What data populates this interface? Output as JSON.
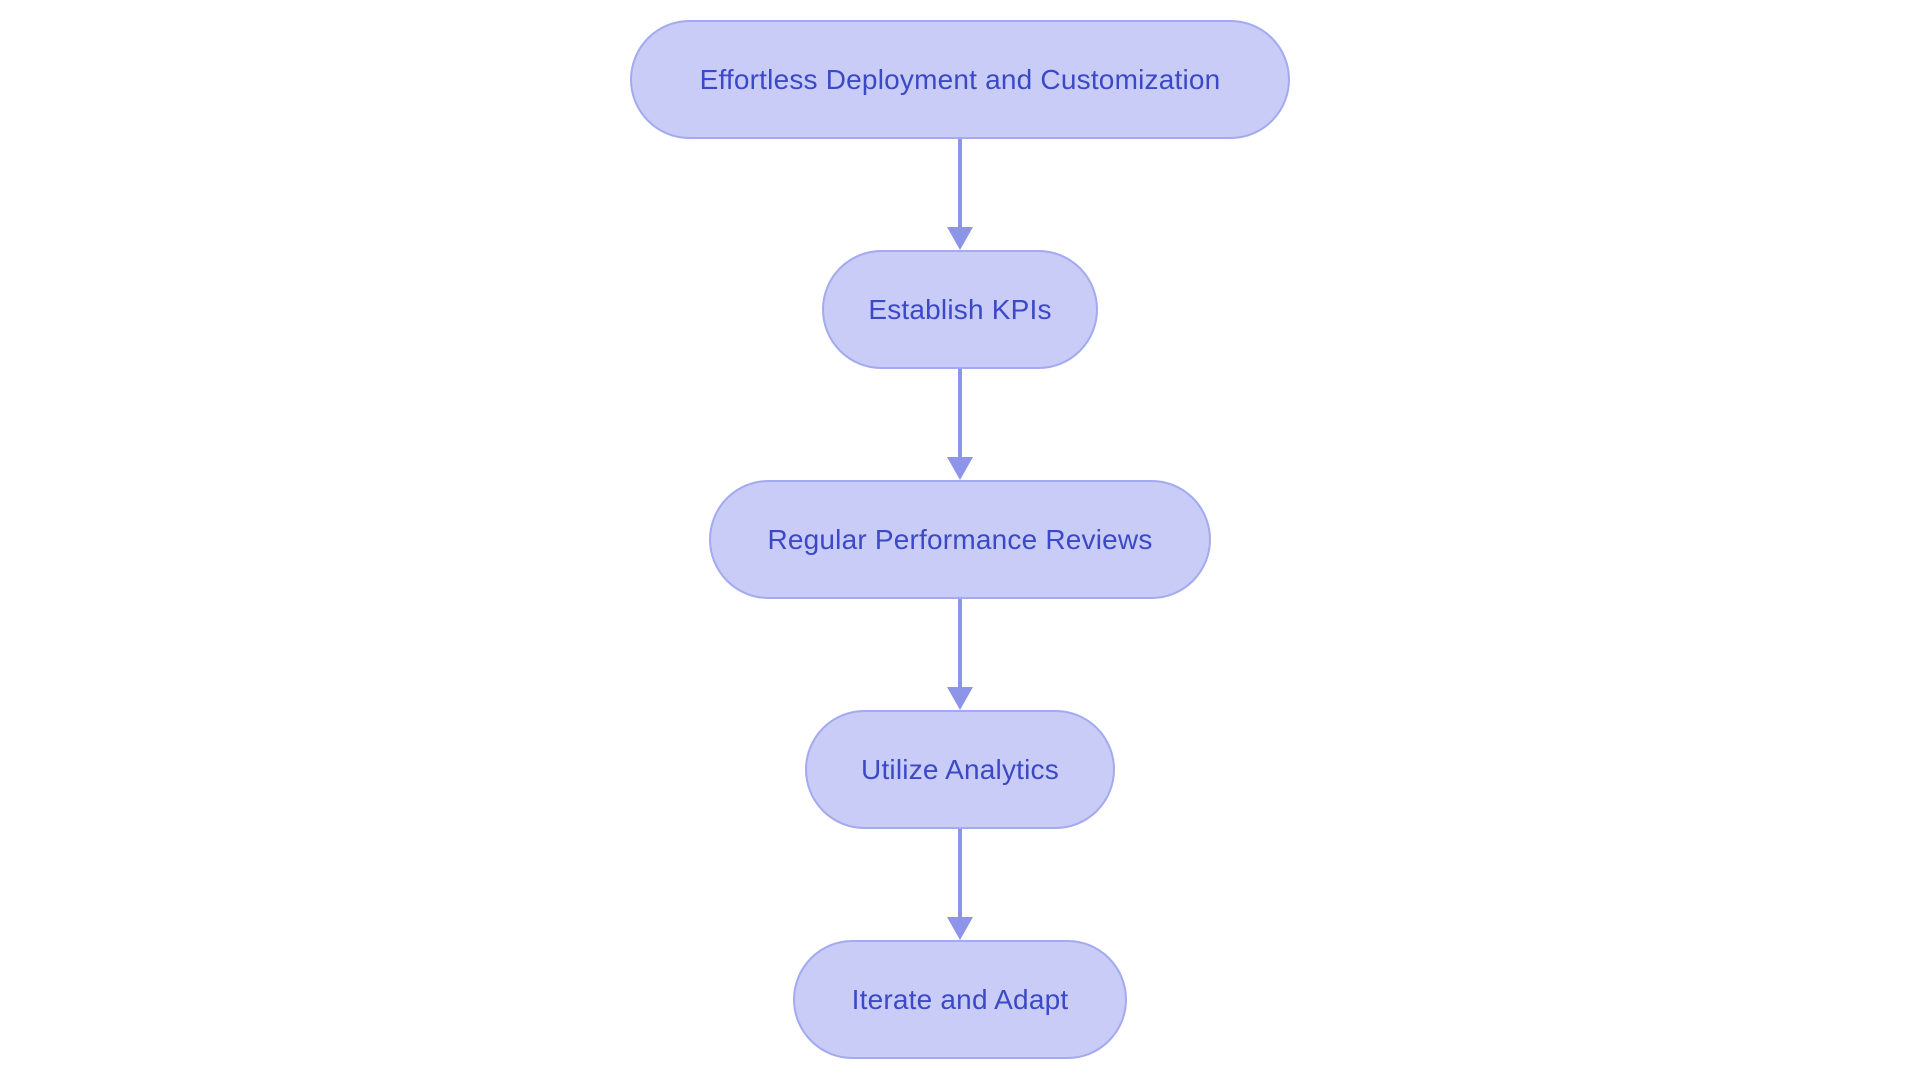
{
  "diagram": {
    "type": "flowchart",
    "direction": "top-down",
    "nodes": [
      {
        "id": "n1",
        "shape": "stadium",
        "label": "Effortless Deployment and Customization"
      },
      {
        "id": "n2",
        "shape": "stadium",
        "label": "Establish KPIs"
      },
      {
        "id": "n3",
        "shape": "stadium",
        "label": "Regular Performance Reviews"
      },
      {
        "id": "n4",
        "shape": "stadium",
        "label": "Utilize Analytics"
      },
      {
        "id": "n5",
        "shape": "stadium",
        "label": "Iterate and Adapt"
      }
    ],
    "edges": [
      {
        "from": "n1",
        "to": "n2",
        "style": "arrow-down"
      },
      {
        "from": "n2",
        "to": "n3",
        "style": "arrow-down"
      },
      {
        "from": "n3",
        "to": "n4",
        "style": "arrow-down"
      },
      {
        "from": "n4",
        "to": "n5",
        "style": "arrow-down"
      }
    ],
    "colors": {
      "background": "#FFFFFF",
      "node_fill": "#C8CCF7",
      "node_border": "#A3AAEF",
      "node_text": "#3C49C6",
      "arrow": "#8C95E9"
    }
  }
}
